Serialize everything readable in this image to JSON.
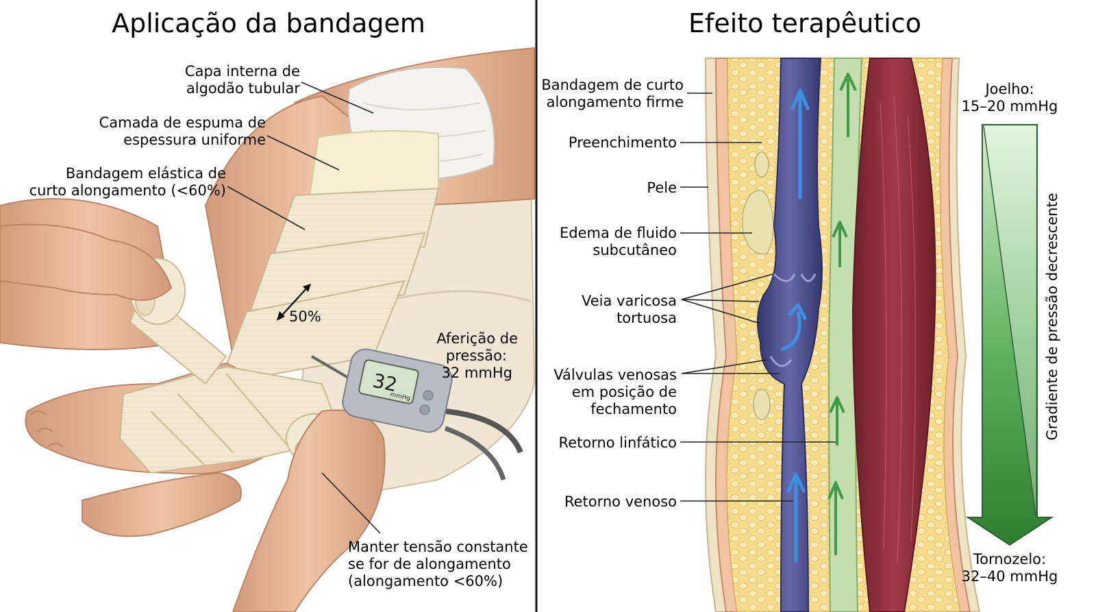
{
  "left_panel": {
    "title": "Aplicação da bandagem",
    "labels": {
      "inner_sleeve": [
        "Capa interna de",
        "algodão tubular"
      ],
      "foam_layer": [
        "Camada de espuma de",
        "espessura uniforme"
      ],
      "elastic_bandage": [
        "Bandagem elástica de",
        "curto alongamento (<60%)"
      ],
      "overlap": "50%",
      "pressure": [
        "Aferição de",
        "pressão:",
        "32 mmHg"
      ],
      "tension": [
        "Manter tensão constante",
        "se for de alongamento",
        "(alongamento <60%)"
      ]
    },
    "meter": {
      "reading": "32",
      "unit": "mmHg"
    }
  },
  "right_panel": {
    "title": "Efeito terapêutico",
    "labels": {
      "firm_bandage": [
        "Bandagem de curto",
        "alongamento firme"
      ],
      "padding": [
        "Preenchimento"
      ],
      "skin": [
        "Pele"
      ],
      "edema": [
        "Edema de fluido",
        "subcutâneo"
      ],
      "varicose": [
        "Veia varicosa",
        "tortuosa"
      ],
      "valves": [
        "Válvulas venosas",
        "em posição de",
        "fechamento"
      ],
      "lymph": [
        "Retorno linfático"
      ],
      "venous": [
        "Retorno venoso"
      ]
    },
    "gradient": {
      "top": [
        "Joelho:",
        "15–20 mmHg"
      ],
      "bottom": [
        "Tornozelo:",
        "32–40 mmHg"
      ],
      "caption": "Gradiente de pressão decrescente"
    }
  },
  "colors": {
    "skin": "#e8b99a",
    "bandage": "#f2e9d2",
    "foam": "#f4efcf",
    "vein": "#4a4c8e",
    "lymph": "#b8d8a2",
    "muscle": "#8e2d3c",
    "fat": "#f4d98a",
    "arrow_blue": "#3d8fe0",
    "arrow_green": "#59b35a",
    "gradient_dark": "#2e7d32",
    "gradient_light": "#c8e6c0"
  }
}
